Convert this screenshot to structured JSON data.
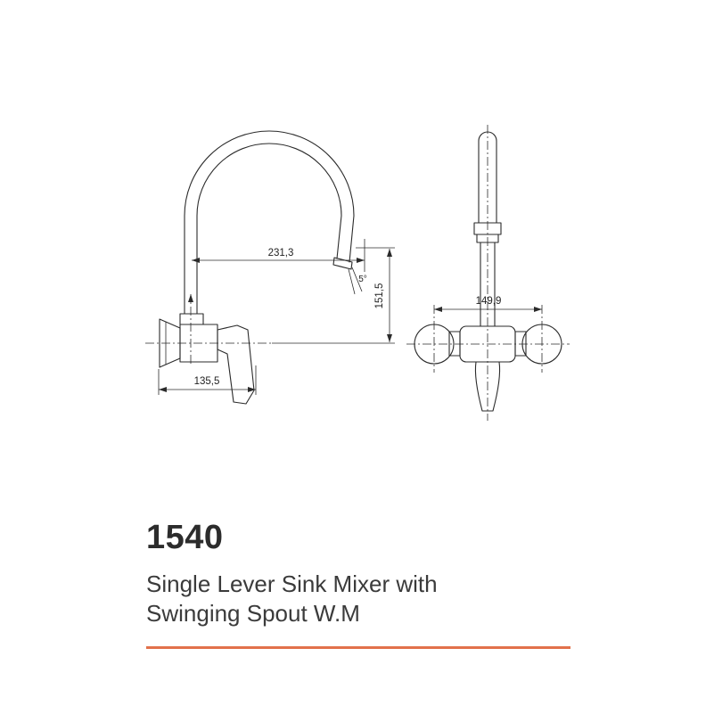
{
  "product": {
    "number": "1540",
    "description_line1": "Single Lever Sink Mixer with",
    "description_line2": "Swinging Spout W.M"
  },
  "drawing": {
    "side_view": {
      "dim_spout_reach": "231,3",
      "dim_spout_height": "151,5",
      "dim_mount_width": "135,5",
      "dim_spout_angle": "5°"
    },
    "front_view": {
      "dim_center_distance": "149,9"
    }
  },
  "colors": {
    "accent": "#e2714b",
    "line": "#2b2b2b",
    "text": "#3b3b3b"
  }
}
